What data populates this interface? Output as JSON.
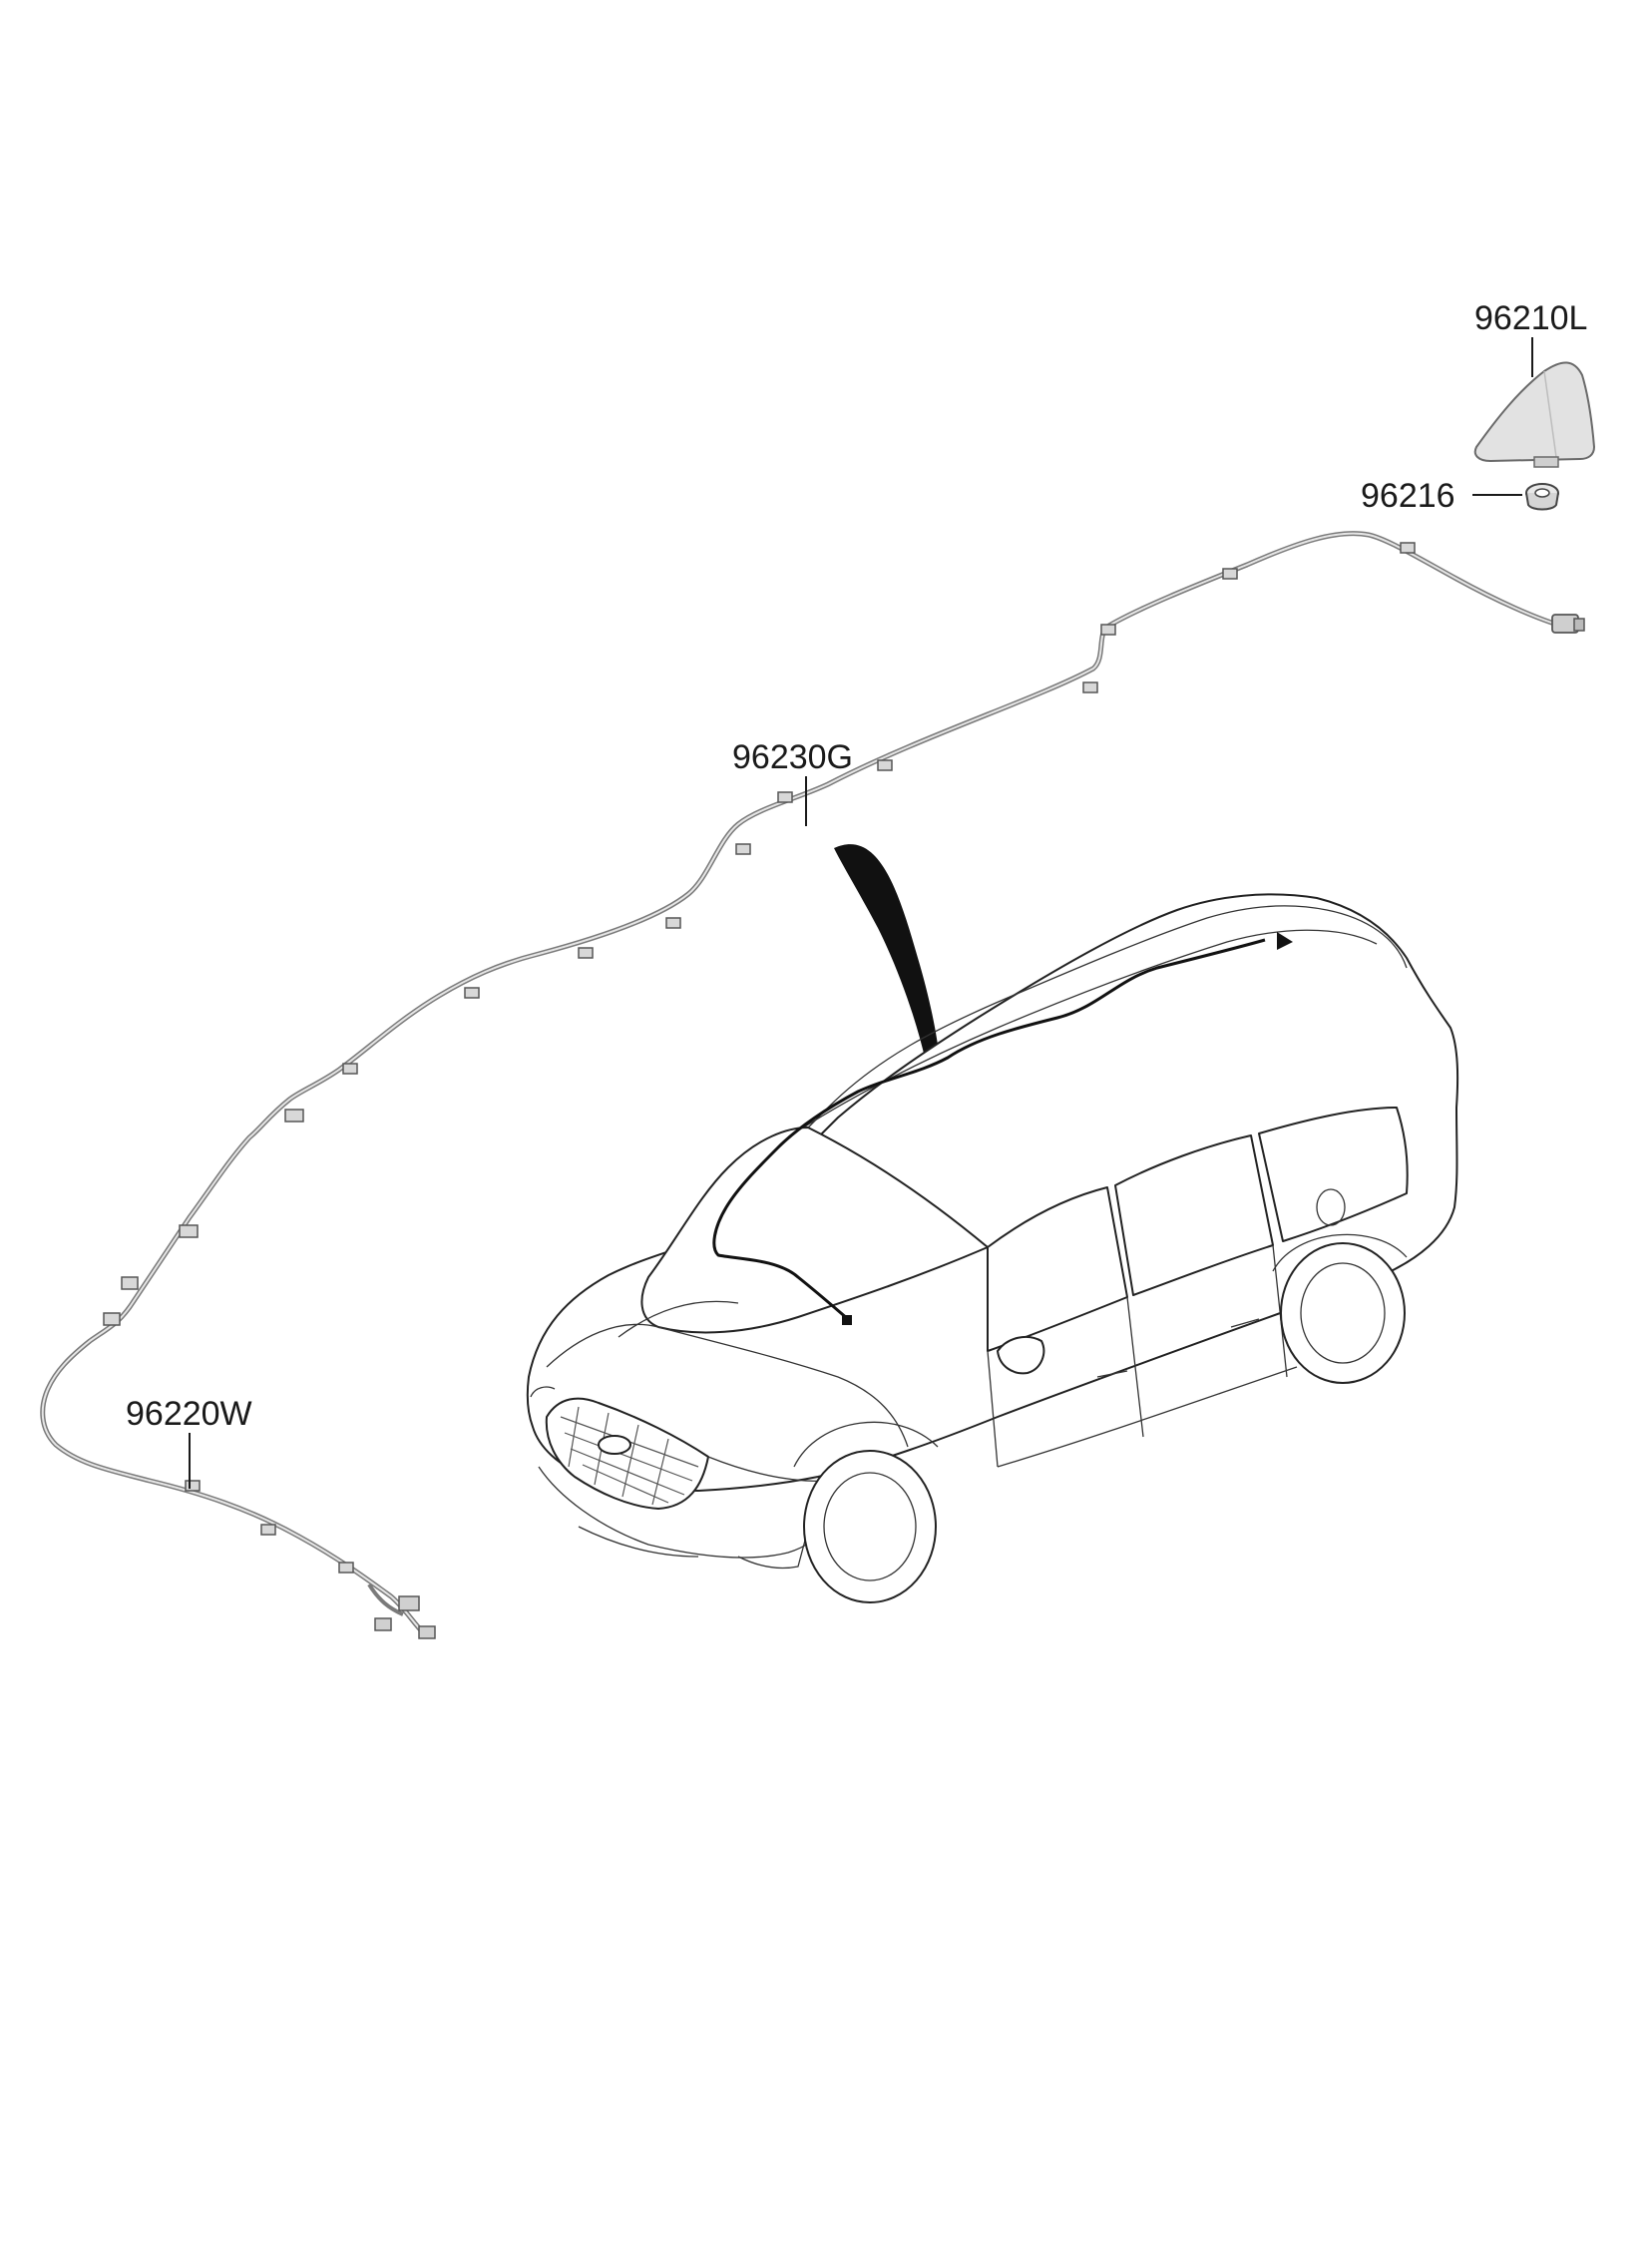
{
  "parts": [
    {
      "id": "antenna-assembly",
      "number": "96210L"
    },
    {
      "id": "nut",
      "number": "96216"
    },
    {
      "id": "roof-feeder-cable",
      "number": "96230G"
    },
    {
      "id": "main-feeder-cable",
      "number": "96220W"
    }
  ],
  "colors": {
    "line": "#1a1a1a",
    "cable": "#7a7a7a",
    "antenna_fill": "#e2e2e2",
    "background": "#ffffff"
  }
}
